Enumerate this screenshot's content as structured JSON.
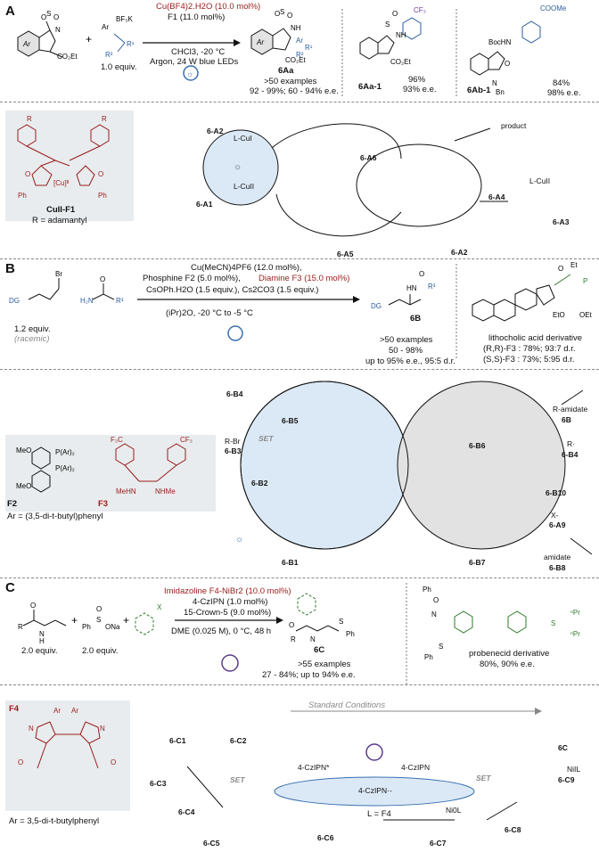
{
  "sections": {
    "A": "A",
    "B": "B",
    "C": "C"
  },
  "A": {
    "equiv": "1.0 equiv.",
    "cond1": "Cu(BF4)2.H2O (10.0 mol%)",
    "cond2": "F1 (11.0 mol%)",
    "cond3": "CHCl3, -20 °C",
    "cond4": "Argon, 24 W blue LEDs",
    "product": "6Aa",
    "result1": ">50 examples",
    "result2": "92 - 99%; 60 - 94% e.e.",
    "ex1_name": "6Aa-1",
    "ex1_yield": "96%",
    "ex1_ee": "93% e.e.",
    "ex2_name": "6Ab-1",
    "ex2_yield": "84%",
    "ex2_ee": "98% e.e.",
    "cat_name": "CuII-F1",
    "cat_r": "R = adamantyl",
    "cycle": [
      "6-A2",
      "L-CuI",
      "L-CuII",
      "6-A1",
      "6-A6",
      "product",
      "6-A4",
      "6-A3",
      "L-CuII",
      "6-A5",
      "6-A2"
    ]
  },
  "B": {
    "equiv": "1.2 equiv.",
    "racemic": "(racemic)",
    "cond1": "Cu(MeCN)4PF6 (12.0 mol%),",
    "cond2a": "Phosphine F2 (5.0 mol%), ",
    "cond2b": "Diamine F3 (15.0 mol%)",
    "cond3": "CsOPh.H2O (1.5 equiv.), Cs2CO3 (1.5 equiv.)",
    "cond4": "(iPr)2O, -20 °C to -5 °C",
    "product": "6B",
    "result1": ">50 examples",
    "result2": "50 - 98%",
    "result3": "up to 95% e.e., 95:5 d.r.",
    "deriv": "lithocholic acid derivative",
    "deriv1": "(R,R)-F3 : 78%;  93:7 d.r.",
    "deriv2": "(S,S)-F3 : 73%;  5:95 d.r.",
    "F2": "F2",
    "F3": "F3",
    "ar": "Ar = (3,5-di-t-butyl)phenyl",
    "cycle": [
      "6-B4",
      "6-B5",
      "R-Br",
      "6-B3",
      "SET",
      "6-B2",
      "6-B1",
      "6-B6",
      "R-amidate",
      "6B",
      "R·",
      "6-B4",
      "6-B10",
      "X-",
      "6-A9",
      "6-B7",
      "amidate",
      "6-B8"
    ]
  },
  "C": {
    "equiv1": "2.0 equiv.",
    "equiv2": "2.0 equiv.",
    "cond1": "Imidazoline F4-NiBr2 (10.0 mol%)",
    "cond2": "4-CzIPN (1.0 mol%)",
    "cond3": "15-Crown-5 (9.0 mol%)",
    "cond4": "DME (0.025 M), 0 °C, 48 h",
    "product": "6C",
    "result1": ">55 examples",
    "result2": "27 - 84%; up to 94% e.e.",
    "deriv": "probenecid derivative",
    "deriv_res": "80%, 90% e.e.",
    "F4": "F4",
    "ar": "Ar = 3,5-di-t-butylphenyl",
    "std": "Standard Conditions",
    "L": "L = F4",
    "cycle": [
      "6-C1",
      "6-C2",
      "6-C3",
      "6-C4",
      "6-C5",
      "6-C6",
      "6-C7",
      "6-C8",
      "6-C9",
      "6C",
      "4-CzIPN*",
      "4-CzIPN",
      "4-CzIPN·-",
      "SET",
      "SET",
      "Ni0L",
      "NiIL"
    ]
  }
}
